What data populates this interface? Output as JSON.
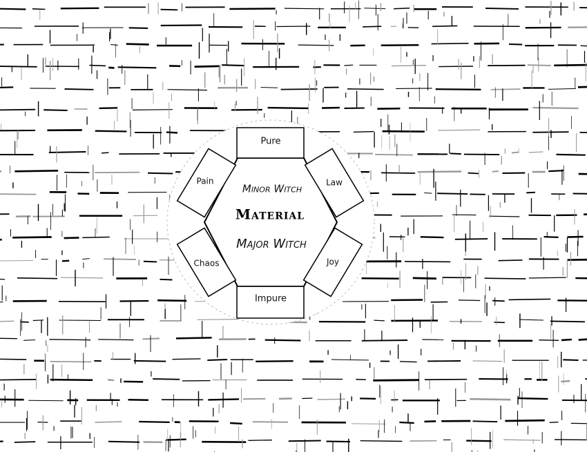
{
  "center": {
    "title": "Material",
    "upper_label": "Minor Witch",
    "lower_label": "Major Witch"
  },
  "aspects": {
    "top": "Pure",
    "bottom": "Impure",
    "upper_left": "Pain",
    "upper_right": "Law",
    "lower_left": "Chaos",
    "lower_right": "Joy"
  },
  "colors": {
    "ink": "#000000",
    "paper": "#ffffff",
    "smudge": "#9a9a9a"
  }
}
